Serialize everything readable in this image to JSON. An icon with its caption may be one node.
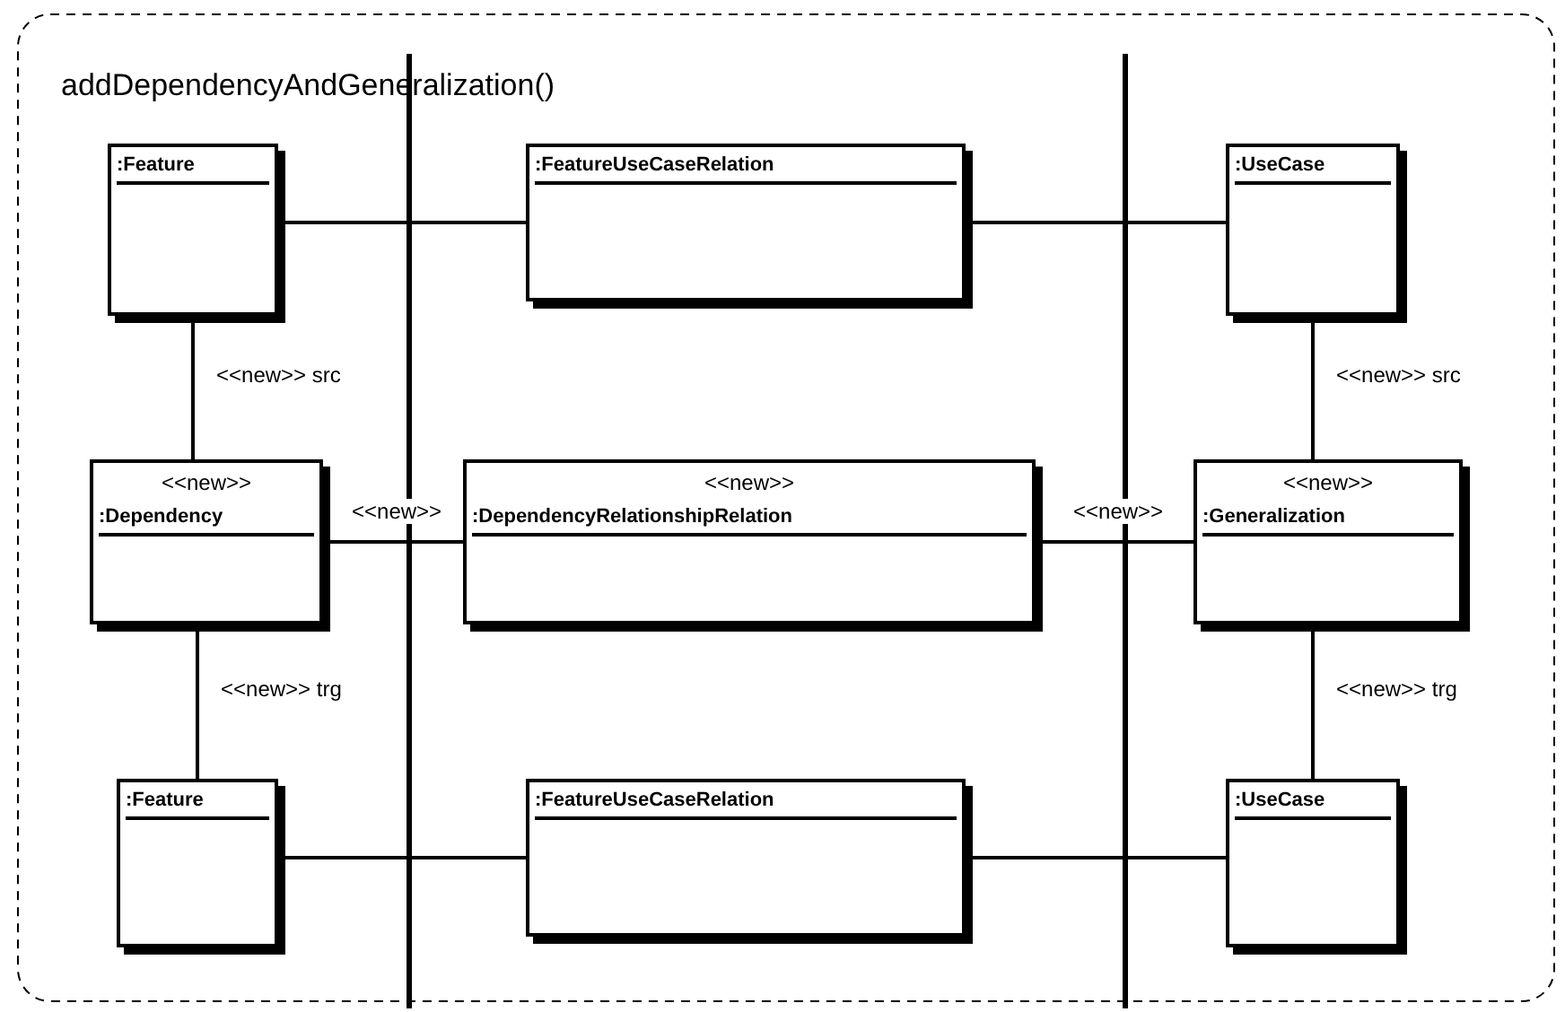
{
  "diagram": {
    "title": "addDependencyAndGeneralization()",
    "nodes": [
      {
        "text": [
          ":Feature"
        ]
      },
      {
        "text": [
          ":FeatureUseCaseRelation"
        ]
      },
      {
        "text": [
          ":UseCase"
        ]
      },
      {
        "text": [
          "<<new>>",
          ":Dependency"
        ]
      },
      {
        "text": [
          "<<new>>",
          ":DependencyRelationshipRelation"
        ]
      },
      {
        "text": [
          "<<new>>",
          ":Generalization"
        ]
      },
      {
        "text": [
          ":Feature"
        ]
      },
      {
        "text": [
          ":FeatureUseCaseRelation"
        ]
      },
      {
        "text": [
          ":UseCase"
        ]
      }
    ],
    "edges": [
      {
        "from": 0,
        "to": 1,
        "arrow": "none"
      },
      {
        "from": 1,
        "to": 2,
        "arrow": "none"
      },
      {
        "from": 0,
        "to": 3,
        "arrow": "none",
        "label": "<<new>> src"
      },
      {
        "from": 2,
        "to": 5,
        "arrow": "none",
        "label": "<<new>> src"
      },
      {
        "from": 3,
        "to": 4,
        "arrow": "none",
        "label": "<<new>>"
      },
      {
        "from": 4,
        "to": 5,
        "arrow": "none",
        "label": "<<new>>"
      },
      {
        "from": 3,
        "to": 6,
        "arrow": "none",
        "label": "<<new>> trg"
      },
      {
        "from": 5,
        "to": 8,
        "arrow": "none",
        "label": "<<new>> trg"
      },
      {
        "from": 6,
        "to": 7,
        "arrow": "none"
      },
      {
        "from": 7,
        "to": 8,
        "arrow": "none"
      }
    ]
  }
}
